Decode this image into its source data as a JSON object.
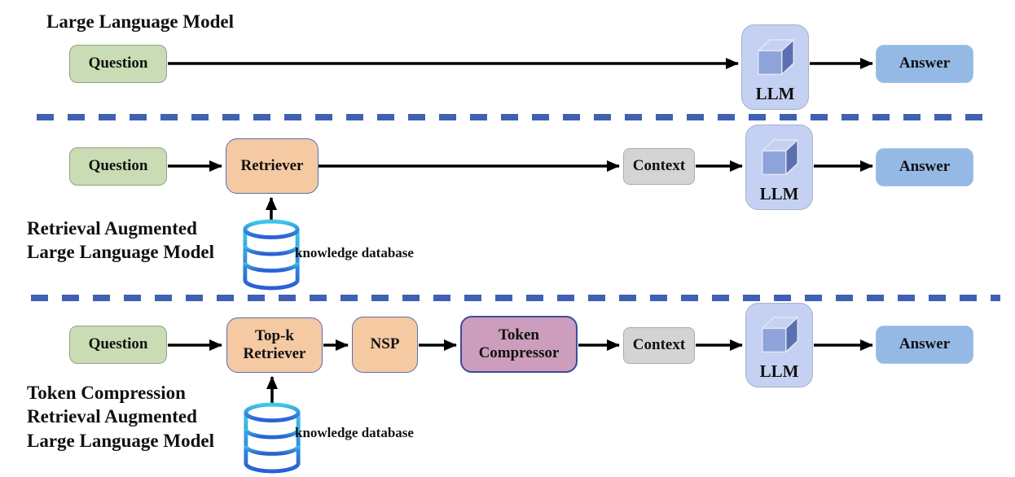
{
  "sections": [
    {
      "title": "Large Language Model"
    },
    {
      "title": "Retrieval Augmented\nLarge Language Model"
    },
    {
      "title": "Token Compression\nRetrieval Augmented\nLarge Language Model"
    }
  ],
  "nodes": {
    "question": "Question",
    "retriever": "Retriever",
    "topk_retriever": "Top-k\nRetriever",
    "nsp": "NSP",
    "token_compressor": "Token\nCompressor",
    "context": "Context",
    "llm": "LLM",
    "answer": "Answer",
    "knowledge_database": "knowledge database"
  },
  "colors": {
    "question_fill": "#c9dcb4",
    "process_fill": "#f5c9a2",
    "token_compressor_fill": "#cc9dbc",
    "context_fill": "#d4d4d4",
    "llm_fill": "#c5d1f2",
    "answer_fill": "#93b9e4",
    "divider_blue": "#4061b2",
    "arrow_black": "#000000",
    "database_gradient_top": "#3fc9e8",
    "database_gradient_bottom": "#2b5ed6",
    "cube_top": "#c6d1f1",
    "cube_front": "#8ea3da",
    "cube_side": "#5c6fb0"
  }
}
